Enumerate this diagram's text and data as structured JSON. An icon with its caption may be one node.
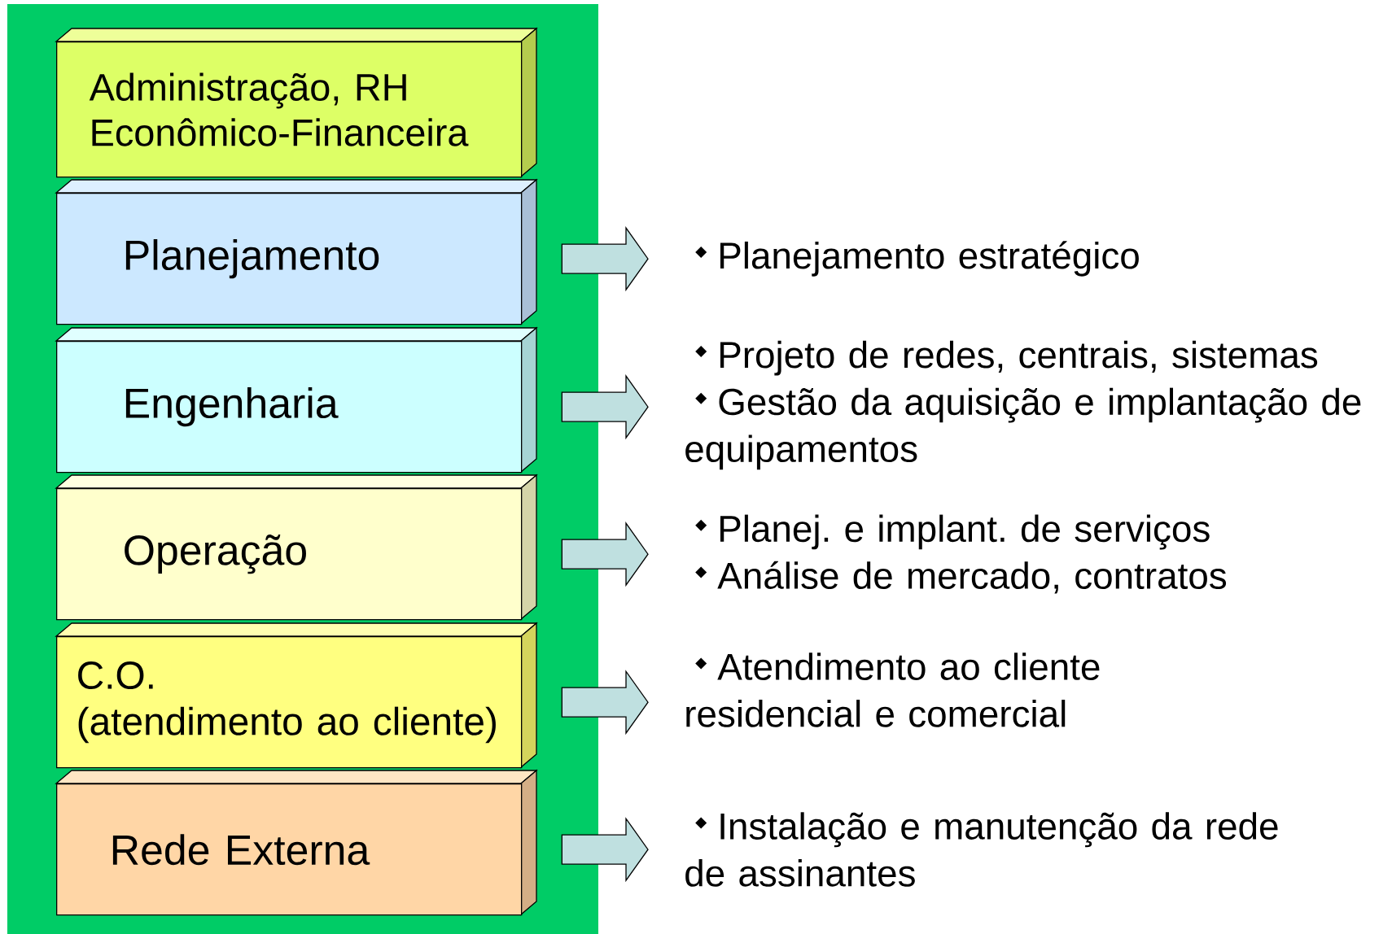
{
  "diagram": {
    "nodes": [
      {
        "text": [
          "Administração, RH Econômico-Financeira"
        ]
      },
      {
        "text": [
          "Planejamento"
        ]
      },
      {
        "text": [
          "Engenharia"
        ]
      },
      {
        "text": [
          "Operação"
        ]
      },
      {
        "text": [
          "C.O.",
          "(atendimento ao cliente)"
        ]
      },
      {
        "text": [
          "Rede Externa"
        ]
      },
      {
        "text": [
          "Planejamento estratégico"
        ]
      },
      {
        "text": [
          "Projeto de redes, centrais, sistemas",
          "Gestão da aquisição e implantação de equipamentos"
        ]
      },
      {
        "text": [
          "Planej. e implant. de serviços",
          "Análise de mercado, contratos"
        ]
      },
      {
        "text": [
          "Atendimento ao cliente residencial e comercial"
        ]
      },
      {
        "text": [
          "Instalação e manutenção da rede de assinantes"
        ]
      }
    ],
    "edges": [
      {
        "from": 1,
        "to": 6,
        "arrow": "to"
      },
      {
        "from": 2,
        "to": 7,
        "arrow": "to"
      },
      {
        "from": 3,
        "to": 8,
        "arrow": "to"
      },
      {
        "from": 4,
        "to": 9,
        "arrow": "to"
      },
      {
        "from": 5,
        "to": 10,
        "arrow": "to"
      }
    ]
  }
}
